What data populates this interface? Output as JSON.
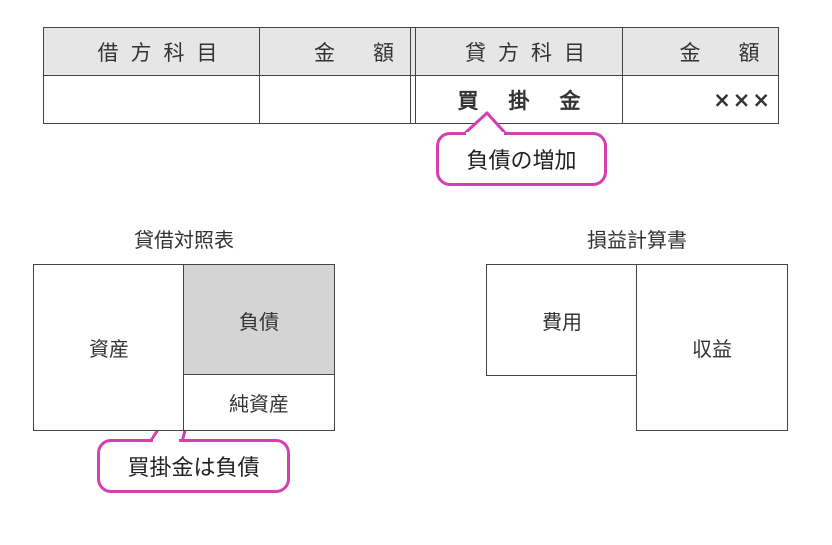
{
  "journal": {
    "headers": [
      "借方科目",
      "金額",
      "貸方科目",
      "金額"
    ],
    "row": {
      "debit_account": "",
      "debit_amount": "",
      "credit_account": "買掛金",
      "credit_amount": "×××"
    }
  },
  "callouts": {
    "liability_increase": "負債の増加",
    "payable_is_liability": "買掛金は負債"
  },
  "balance_sheet": {
    "title": "貸借対照表",
    "assets": "資産",
    "liabilities": "負債",
    "net_assets": "純資産"
  },
  "income_statement": {
    "title": "損益計算書",
    "expenses": "費用",
    "revenue": "収益"
  },
  "colors": {
    "callout_border": "#d63fae",
    "highlight_fill": "#d4d4d4",
    "header_fill": "#e6e6e6"
  }
}
